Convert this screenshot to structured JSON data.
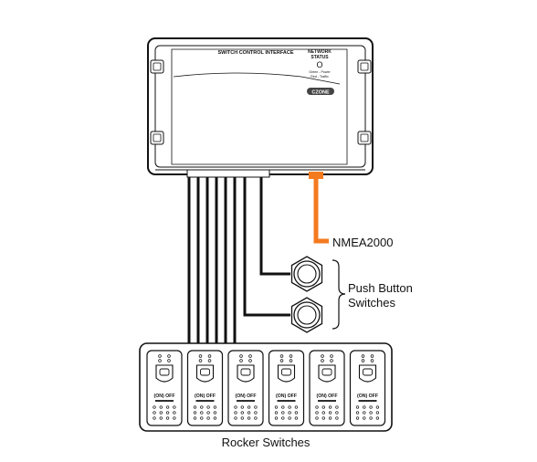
{
  "module": {
    "title": "SWITCH CONTROL INTERFACE",
    "status_title": "NETWORK",
    "status_subtitle": "STATUS",
    "status_led_glyph": "O",
    "status_legend_1": "Green - Power",
    "status_legend_2": "Red - Traffic",
    "brand_mark": "CZONE"
  },
  "labels": {
    "nmea": "NMEA2000",
    "push_line1": "Push Button",
    "push_line2": "Switches",
    "rocker": "Rocker Switches"
  },
  "rocker_switch_label": "(ON) OFF",
  "rocker_count": 6,
  "push_button_count": 2,
  "colors": {
    "nmea_cable": "#f47a20",
    "line": "#111111",
    "background": "#ffffff"
  }
}
